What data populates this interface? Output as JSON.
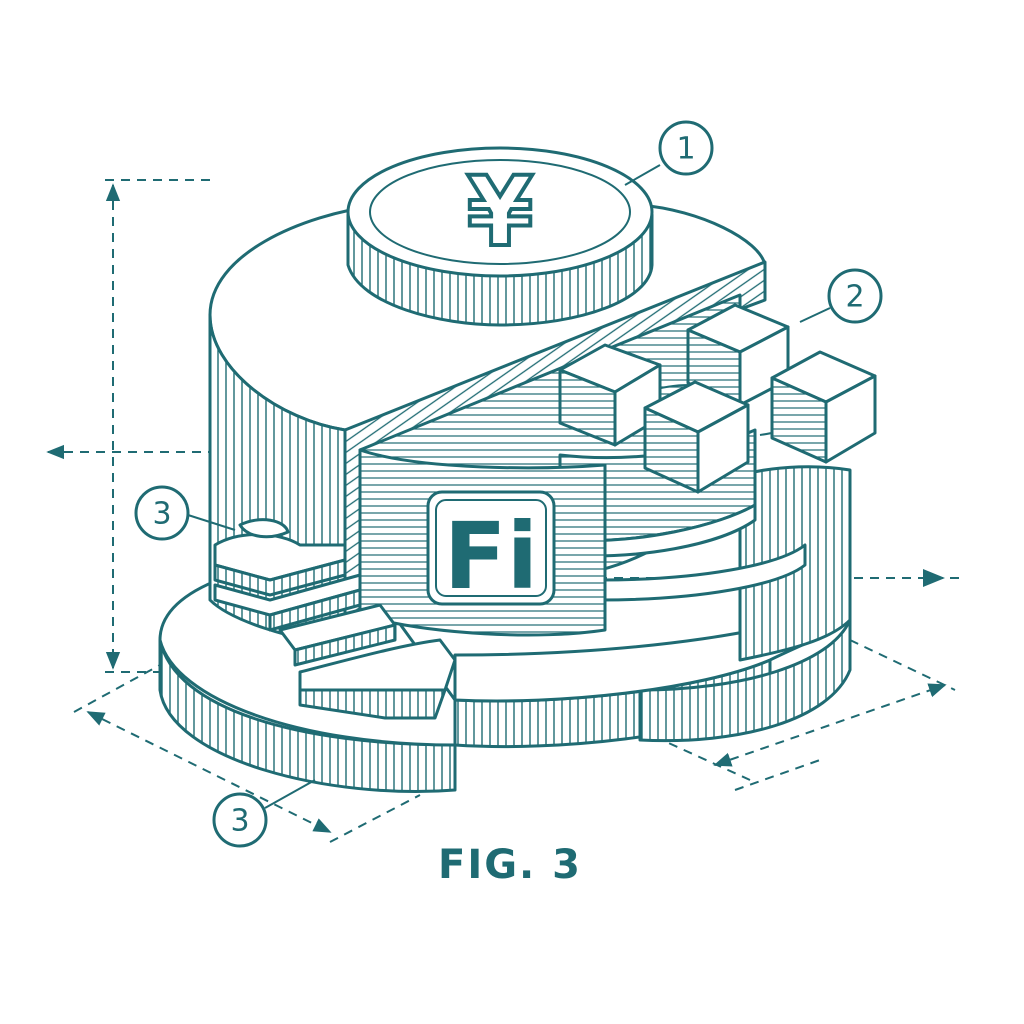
{
  "figure": {
    "caption": "FIG. 3",
    "currency_symbol": "¥",
    "logo_text": "Fi",
    "callouts": [
      {
        "id": "1",
        "label": "1"
      },
      {
        "id": "2",
        "label": "2"
      },
      {
        "id": "3a",
        "label": "3"
      },
      {
        "id": "3b",
        "label": "3"
      }
    ],
    "colors": {
      "ink": "#1f6b73",
      "paper": "#ffffff"
    }
  }
}
